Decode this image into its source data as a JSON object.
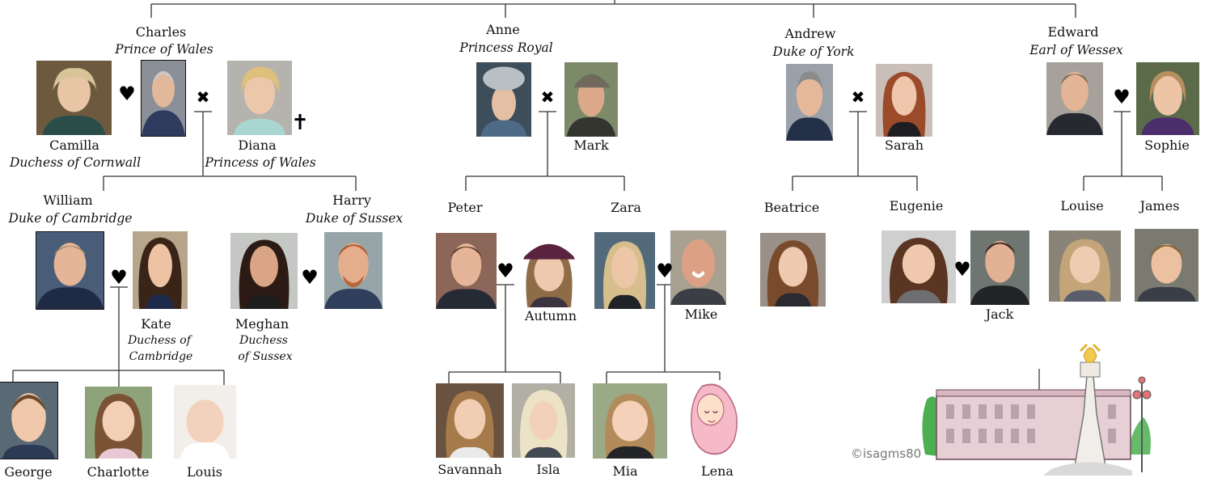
{
  "people": {
    "charles": {
      "name": "Charles",
      "title": "Prince of Wales"
    },
    "camilla": {
      "name": "Camilla",
      "title": "Duchess of Cornwall"
    },
    "diana": {
      "name": "Diana",
      "title": "Princess of Wales"
    },
    "anne": {
      "name": "Anne",
      "title": "Princess Royal"
    },
    "mark": {
      "name": "Mark"
    },
    "andrew": {
      "name": "Andrew",
      "title": "Duke of York"
    },
    "sarah": {
      "name": "Sarah"
    },
    "edward": {
      "name": "Edward",
      "title": "Earl of Wessex"
    },
    "sophie": {
      "name": "Sophie"
    },
    "william": {
      "name": "William",
      "title": "Duke of Cambridge"
    },
    "kate": {
      "name": "Kate",
      "title_line1": "Duchess of",
      "title_line2": "Cambridge"
    },
    "harry": {
      "name": "Harry",
      "title": "Duke of Sussex"
    },
    "meghan": {
      "name": "Meghan",
      "title_line1": "Duchess",
      "title_line2": "of Sussex"
    },
    "peter": {
      "name": "Peter"
    },
    "autumn": {
      "name": "Autumn"
    },
    "zara": {
      "name": "Zara"
    },
    "mike": {
      "name": "Mike"
    },
    "beatrice": {
      "name": "Beatrice"
    },
    "eugenie": {
      "name": "Eugenie"
    },
    "jack": {
      "name": "Jack"
    },
    "louise": {
      "name": "Louise"
    },
    "james": {
      "name": "James"
    },
    "george": {
      "name": "George"
    },
    "charlotte": {
      "name": "Charlotte"
    },
    "louis": {
      "name": "Louis"
    },
    "savannah": {
      "name": "Savannah"
    },
    "isla": {
      "name": "Isla"
    },
    "mia": {
      "name": "Mia"
    },
    "lena": {
      "name": "Lena"
    }
  },
  "symbols": {
    "married": "♥",
    "divorced": "✖",
    "deceased": "✝"
  },
  "credit": "©isagms80",
  "icons": {
    "photo": "portrait-photo",
    "baby": "baby-illustration",
    "palace": "buckingham-palace-illustration"
  }
}
